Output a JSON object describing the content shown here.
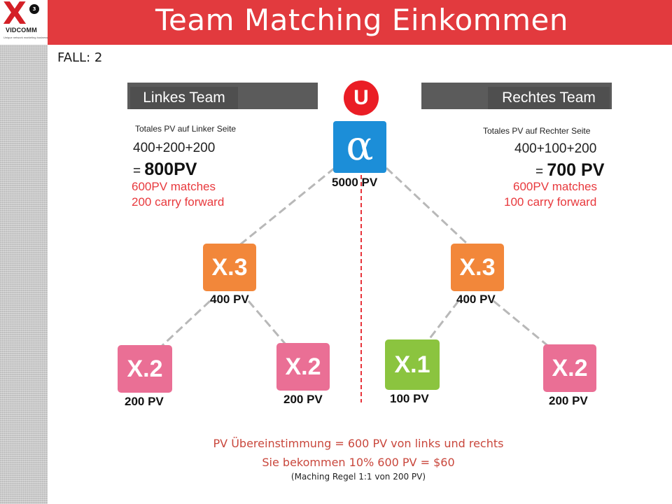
{
  "header": {
    "title": "Team Matching Einkommen",
    "bg_color": "#e23a3e"
  },
  "logo": {
    "mark": "X",
    "badge": "3",
    "name": "VIDCOMM",
    "tagline": "Unique network marketing business"
  },
  "case": {
    "label": "FALL: 2"
  },
  "teams": {
    "left": {
      "label": "Linkes Team"
    },
    "right": {
      "label": "Rechtes Team"
    }
  },
  "root": {
    "user_label": "U",
    "rank_symbol": "α",
    "pv": "5000 PV",
    "user_color": "#ea1d25",
    "rank_color": "#1c8ed8"
  },
  "left_side": {
    "total_label": "Totales PV auf Linker Seite",
    "sum": "400+200+200",
    "total_prefix": "= ",
    "total": "800PV",
    "matches": "600PV matches",
    "carry": "200 carry forward"
  },
  "right_side": {
    "total_label": "Totales PV auf Rechter Seite",
    "sum": "400+100+200",
    "total_prefix": "= ",
    "total": "700 PV",
    "matches": "600PV matches",
    "carry": "100 carry forward"
  },
  "tree": {
    "left_parent": {
      "rank": "X.3",
      "pv": "400 PV",
      "color": "#f2873a"
    },
    "left_child_1": {
      "rank": "X.2",
      "pv": "200 PV",
      "color": "#ea6f95"
    },
    "left_child_2": {
      "rank": "X.2",
      "pv": "200 PV",
      "color": "#ea6f95"
    },
    "right_parent": {
      "rank": "X.3",
      "pv": "400 PV",
      "color": "#f2873a"
    },
    "right_child_1": {
      "rank": "X.1",
      "pv": "100 PV",
      "color": "#8bc43f"
    },
    "right_child_2": {
      "rank": "X.2",
      "pv": "200 PV",
      "color": "#ea6f95"
    }
  },
  "footer": {
    "line1": "PV Übereinstimmung = 600 PV von links und rechts",
    "line2": "Sie bekommen 10% 600 PV = $60",
    "line3": "(Maching Regel 1:1 von 200 PV)",
    "accent_color": "#c9473c"
  }
}
